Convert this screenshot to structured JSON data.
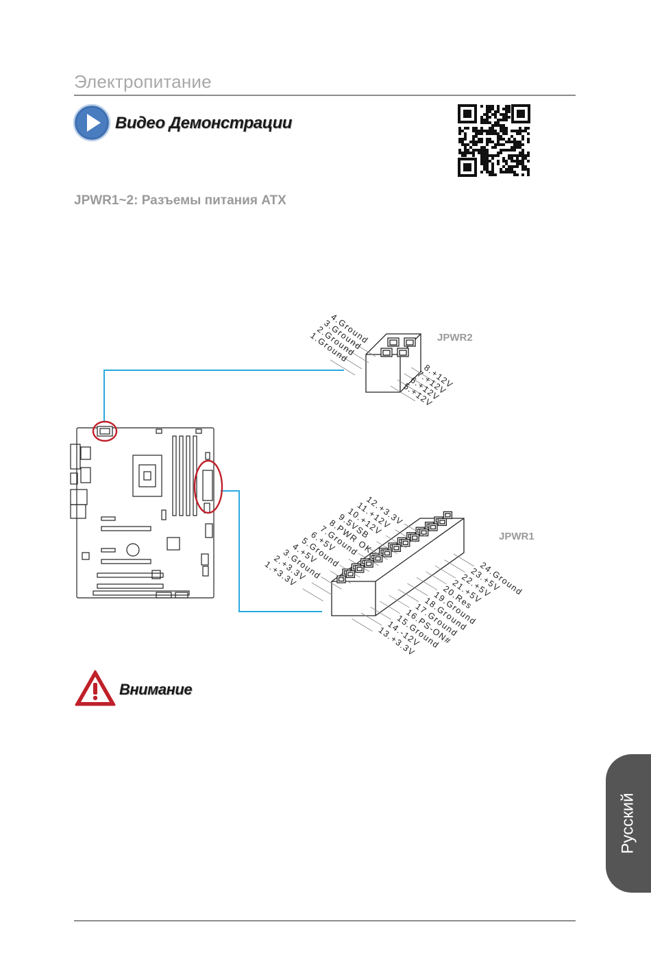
{
  "header": {
    "section_title": "Электропитание"
  },
  "video": {
    "label": "Видео Демонстрации",
    "play_icon": "play-icon",
    "qr_icon": "qr-code-icon"
  },
  "subtitle": "JPWR1~2: Разъемы питания ATX",
  "jpwr2": {
    "label": "JPWR2",
    "left_pins": [
      "4.Ground",
      "3.Ground",
      "2.Ground",
      "1.Ground"
    ],
    "right_pins": [
      "8.+12V",
      "7.+12V",
      "6.+12V",
      "5.+12V"
    ]
  },
  "jpwr1": {
    "label": "JPWR1",
    "upper_pins": [
      "12.+3.3V",
      "11.+12V",
      "10.+12V",
      "9.5VSB",
      "8.PWR OK",
      "7.Ground",
      "6.+5V",
      "5.Ground",
      "4.+5V",
      "3.Ground",
      "2.+3.3V",
      "1.+3.3V"
    ],
    "lower_pins": [
      "24.Ground",
      "23.+5V",
      "22.+5V",
      "21.+5V",
      "20.Res",
      "19.Ground",
      "18.Ground",
      "17.Ground",
      "16.PS-ON#",
      "15.Ground",
      "14.-12V",
      "13.+3.3V"
    ]
  },
  "warning": {
    "label": "Внимание",
    "icon": "warning-icon"
  },
  "language_tab": "Русский",
  "colors": {
    "leader_line": "#29a8e0",
    "highlight_circle": "#c0202a",
    "play_button": "#3d6fb0",
    "warning_fill": "#c0202a",
    "tab_background": "#555555"
  }
}
